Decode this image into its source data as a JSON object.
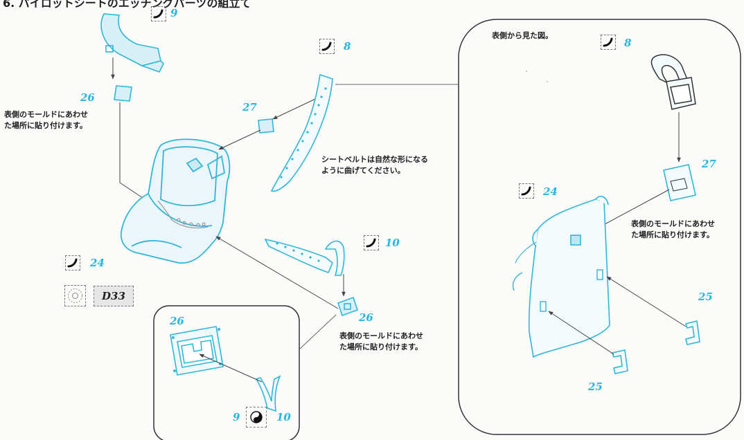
{
  "header": {
    "title": "6. パイロットシートのエッチングパーツの組立て",
    "title_small": "(部品番号)"
  },
  "labels": {
    "back_view": "表側から見た図。",
    "mould_left": [
      "表側のモールドにあわせ",
      "た場所に貼り付けます。"
    ],
    "belt_note": [
      "シートベルトは自然な形になる",
      "ように曲げてください。"
    ],
    "mould_center": [
      "表側のモールドにあわせ",
      "た場所に貼り付けます。"
    ],
    "mould_right": [
      "表側のモールドにあわせ",
      "た場所に貼り付けます。"
    ]
  },
  "parts": {
    "p9_top": "9",
    "p8_top": "8",
    "p26_left": "26",
    "p27": "27",
    "p24_left": "24",
    "d33": "D33",
    "p10": "10",
    "p26_center": "26",
    "p26_inset": "26",
    "p9_inset": "9",
    "p10_inset": "10",
    "p8_right": "8",
    "p27_right": "27",
    "p24_right": "24",
    "p25_upper": "25",
    "p25_lower": "25"
  },
  "icons": {
    "tool": "bend-tool-icon",
    "circle": "round-part-icon",
    "yin": "yin-yang-icon"
  },
  "colors": {
    "part_line": "#2fb6d8",
    "part_fill": "#d7f0f8",
    "number": "#27b6e0",
    "text": "#1e1e1e",
    "leader": "#555555"
  }
}
